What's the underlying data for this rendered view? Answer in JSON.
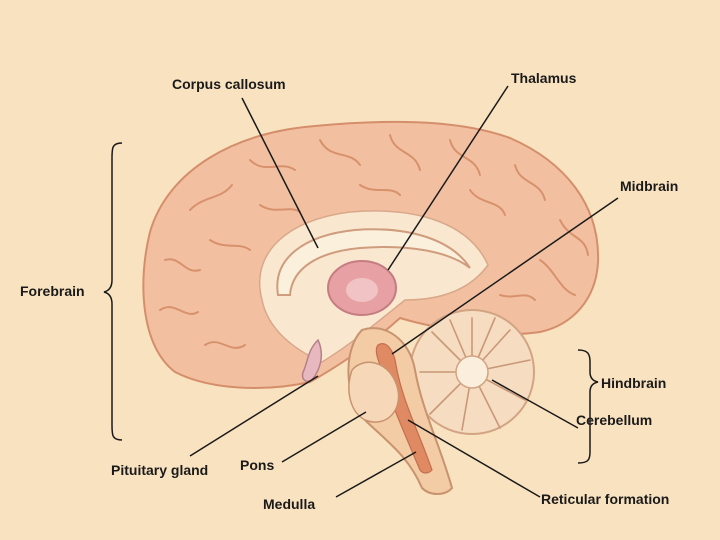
{
  "labels": {
    "corpus_callosum": "Corpus callosum",
    "thalamus": "Thalamus",
    "midbrain": "Midbrain",
    "forebrain": "Forebrain",
    "hindbrain": "Hindbrain",
    "cerebellum": "Cerebellum",
    "pituitary_gland": "Pituitary gland",
    "pons": "Pons",
    "medulla": "Medulla",
    "reticular_formation": "Reticular formation"
  },
  "colors": {
    "background": "#f9e2bf",
    "cortex": "#f2c0a0",
    "cortex_dark": "#dc9774",
    "inner": "#f9e7cf",
    "thalamus": "#e7a0a4",
    "brainstem": "#f3cba5",
    "reticular": "#e08a64",
    "lines": "#1a1a1a"
  }
}
